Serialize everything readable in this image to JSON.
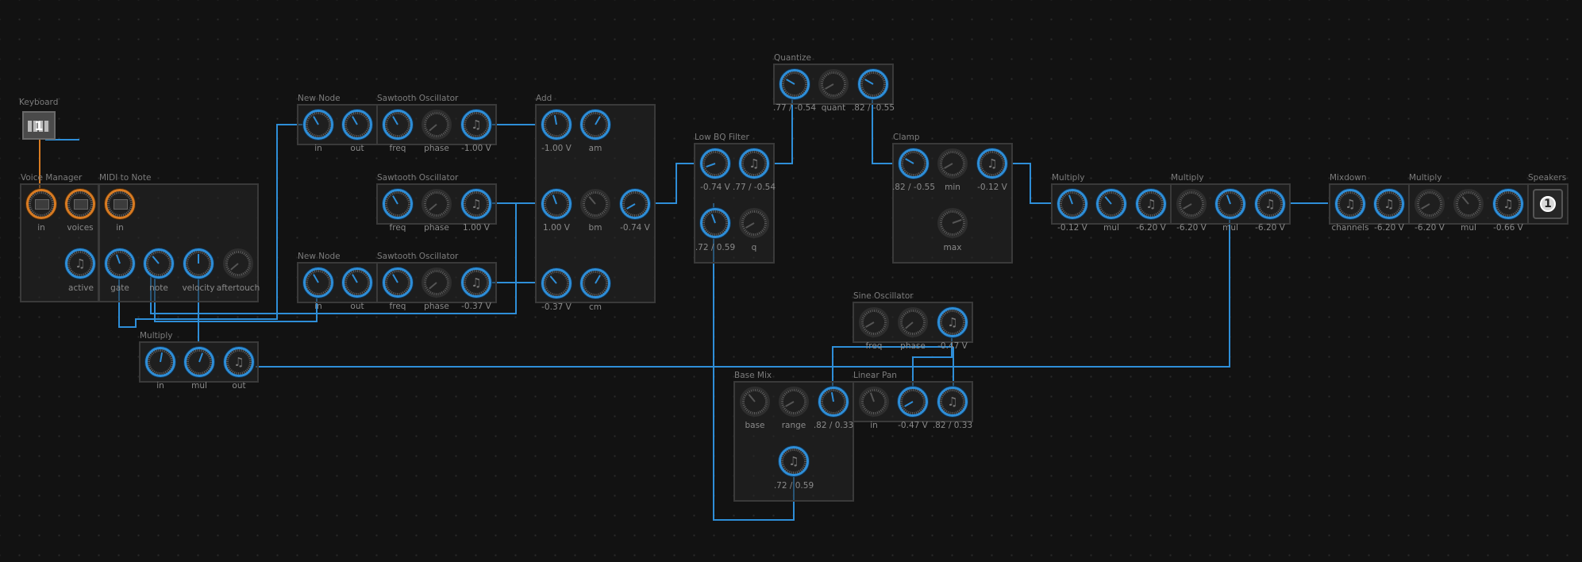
{
  "theme": {
    "background": "#121212",
    "wire_color": "#2e8ed8",
    "accent_orange": "#d87b22",
    "node_border": "#3a3a3a"
  },
  "nodes": {
    "keyboard": {
      "title": "Keyboard",
      "badge": "1"
    },
    "voice_manager": {
      "title": "Voice Manager",
      "ports": [
        "in",
        "voices"
      ]
    },
    "midi_to_note": {
      "title": "MIDI to Note",
      "ports": [
        "in",
        "active",
        "gate",
        "note",
        "velocity",
        "aftertouch"
      ]
    },
    "multiply_left": {
      "title": "Multiply",
      "ports": [
        "in",
        "mul",
        "out"
      ]
    },
    "new_node_top": {
      "title": "New Node",
      "ports": [
        "in",
        "out"
      ]
    },
    "new_node_bottom": {
      "title": "New Node",
      "ports": [
        "in",
        "out"
      ]
    },
    "saw1": {
      "title": "Sawtooth Oscillator",
      "ports": [
        "freq",
        "phase",
        "-1.00 V"
      ]
    },
    "saw2": {
      "title": "Sawtooth Oscillator",
      "ports": [
        "freq",
        "phase",
        "1.00 V"
      ]
    },
    "saw3": {
      "title": "Sawtooth Oscillator",
      "ports": [
        "freq",
        "phase",
        "-0.37 V"
      ]
    },
    "add": {
      "title": "Add",
      "ports": [
        "-1.00 V",
        "am",
        "1.00 V",
        "bm",
        "-0.74 V",
        "-0.37 V",
        "cm"
      ]
    },
    "quantize": {
      "title": "Quantize",
      "ports": [
        ".77 / -0.54",
        "quant",
        ".82 / -0.55"
      ]
    },
    "low_bq_filter": {
      "title": "Low BQ Filter",
      "ports": [
        "-0.74 V",
        ".77 / -0.54",
        ".72 / 0.59",
        "q"
      ]
    },
    "clamp": {
      "title": "Clamp",
      "ports": [
        ".82 / -0.55",
        "min",
        "-0.12 V",
        "max"
      ]
    },
    "multiply_1": {
      "title": "Multiply",
      "ports": [
        "-0.12 V",
        "mul",
        "-6.20 V"
      ]
    },
    "multiply_2": {
      "title": "Multiply",
      "ports": [
        "-6.20 V",
        "mul",
        "-6.20 V"
      ]
    },
    "mixdown": {
      "title": "Mixdown",
      "ports": [
        "channels",
        "-6.20 V"
      ]
    },
    "multiply_3": {
      "title": "Multiply",
      "ports": [
        "-6.20 V",
        "mul",
        "-0.66 V"
      ]
    },
    "speakers": {
      "title": "Speakers",
      "badge": "1"
    },
    "sine": {
      "title": "Sine Oscillator",
      "ports": [
        "freq",
        "phase",
        "-0.47 V"
      ]
    },
    "base_mix": {
      "title": "Base Mix",
      "ports": [
        "base",
        "range",
        ".82 / 0.33",
        ".72 / 0.59"
      ]
    },
    "linear_pan": {
      "title": "Linear Pan",
      "ports": [
        "in",
        "-0.47 V",
        ".82 / 0.33"
      ]
    }
  },
  "icons": {
    "output_port": "music-note-icon",
    "keyboard_port": "keyboard-icon",
    "speaker": "speaker-icon"
  }
}
